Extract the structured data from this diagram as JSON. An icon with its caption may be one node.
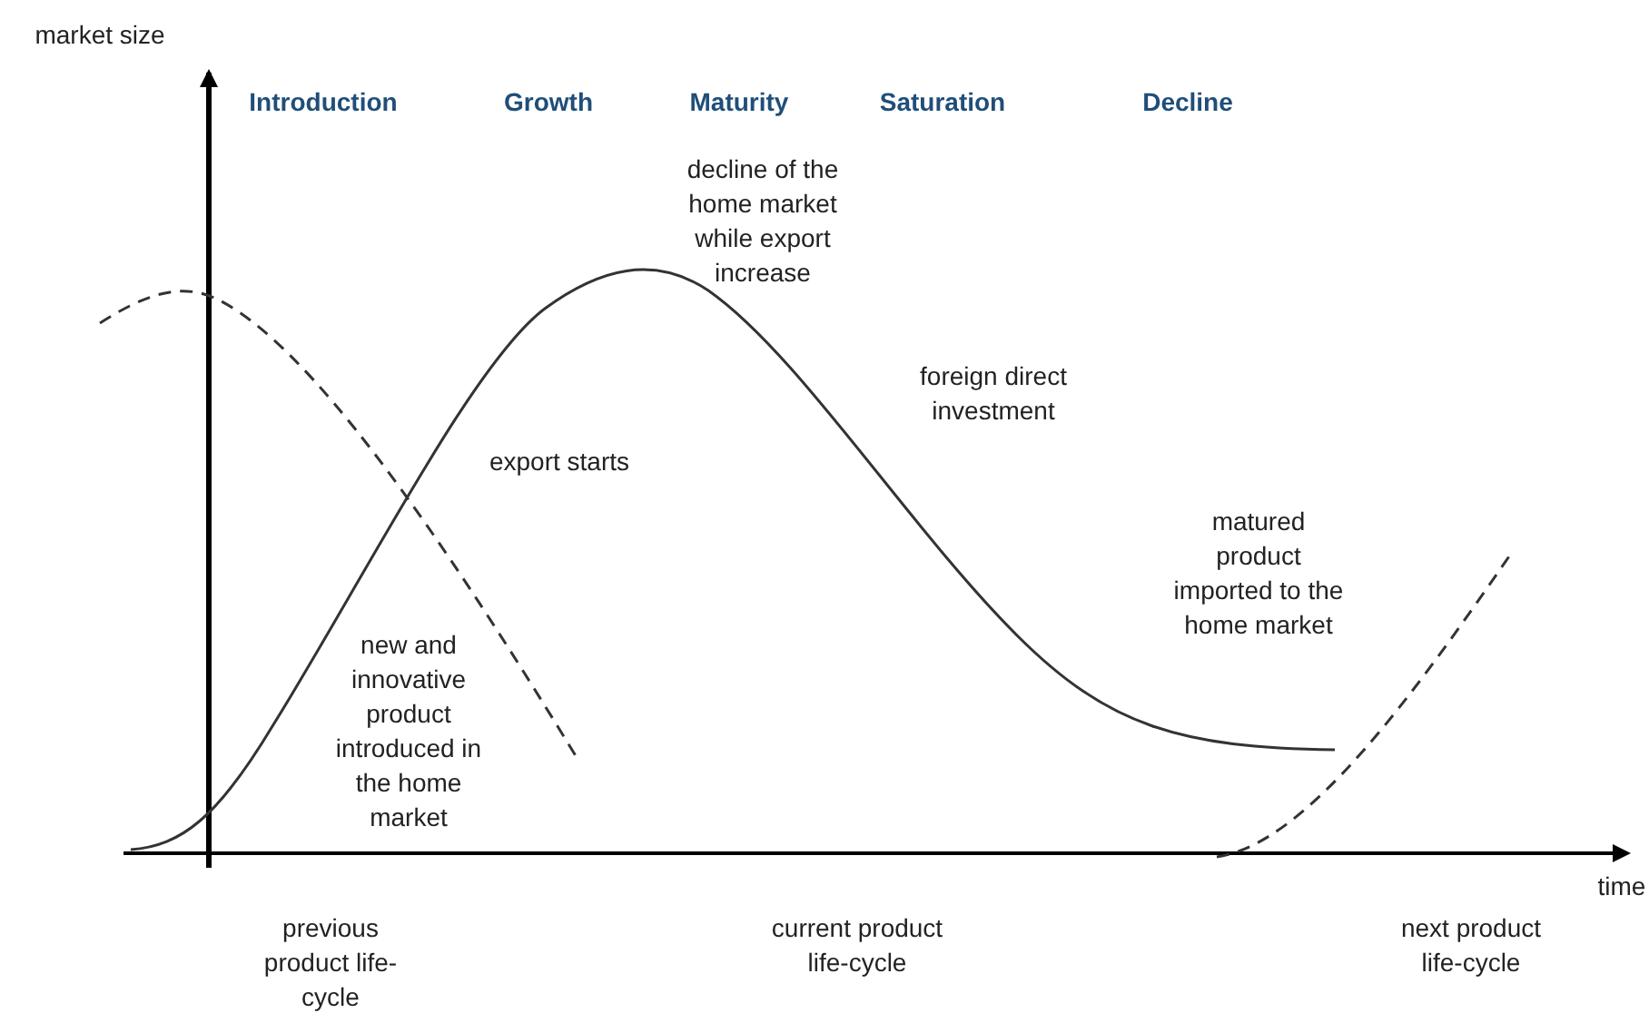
{
  "diagram": {
    "labels": [
      "market size",
      "Introduction",
      "Growth",
      "Maturity",
      "Saturation",
      "Decline",
      "decline of the home market while export increase",
      "foreign direct investment",
      "export starts",
      "matured product imported to the home market",
      "new and innovative product introduced in the home market",
      "time",
      "previous product life-cycle",
      "current product life-cycle",
      "next product life-cycle"
    ]
  }
}
